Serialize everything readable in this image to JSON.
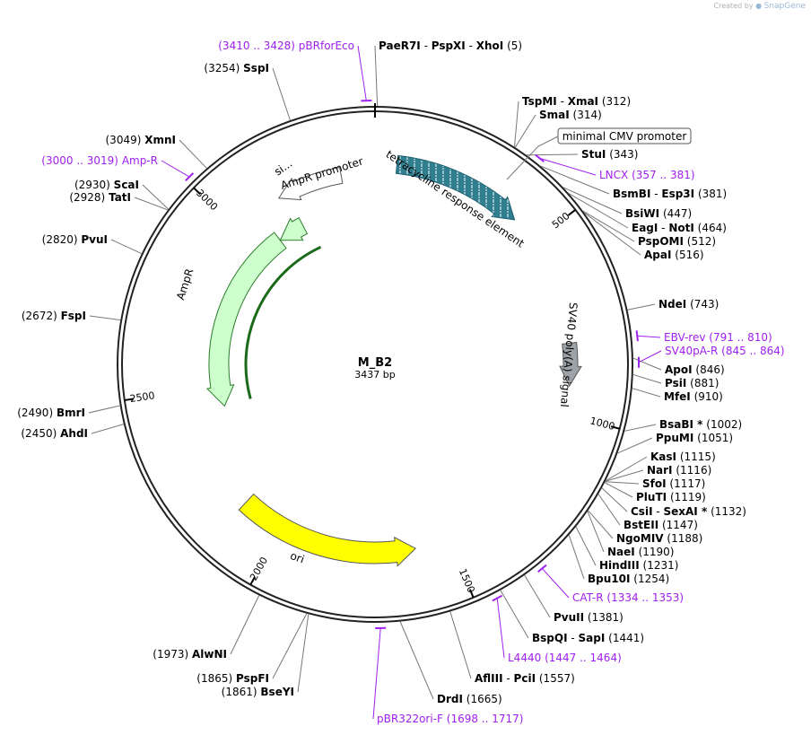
{
  "credit": {
    "prefix": "Created by",
    "brand": "SnapGene"
  },
  "plasmid": {
    "name": "M_B2",
    "size_label": "3437 bp",
    "length": 3437
  },
  "colors": {
    "primer": "#a020f0",
    "tre": "#2f7f91",
    "ampr": "#ccffcc",
    "ori": "#ffff00",
    "sv40": "#9ea3a8",
    "line": "#777777"
  },
  "ticks": [
    "500",
    "1000",
    "1500",
    "2000",
    "2500",
    "3000"
  ],
  "features": {
    "tre": "tetracycline response element",
    "cmv": "minimal CMV promoter",
    "sv40": "SV40 poly(A) signal",
    "ori": "ori",
    "ampr": "AmpR",
    "ampr_promoter": "AmpR promoter",
    "si": "si..."
  },
  "right_sites": [
    {
      "name": "PaeR7I",
      "name2": "PspXI",
      "name3": "XhoI",
      "pos": "(5)"
    },
    {
      "name": "TspMI",
      "name2": "XmaI",
      "pos": "(312)"
    },
    {
      "name": "SmaI",
      "pos": "(314)"
    },
    {
      "name": "StuI",
      "pos": "(343)"
    },
    {
      "name": "BsmBI",
      "name2": "Esp3I",
      "pos": "(381)"
    },
    {
      "name": "BsiWI",
      "pos": "(447)"
    },
    {
      "name": "EagI",
      "name2": "NotI",
      "pos": "(464)"
    },
    {
      "name": "PspOMI",
      "pos": "(512)"
    },
    {
      "name": "ApaI",
      "pos": "(516)"
    },
    {
      "name": "NdeI",
      "pos": "(743)"
    },
    {
      "name": "ApoI",
      "pos": "(846)"
    },
    {
      "name": "PsiI",
      "pos": "(881)"
    },
    {
      "name": "MfeI",
      "pos": "(910)"
    },
    {
      "name": "BsaBI *",
      "pos": "(1002)"
    },
    {
      "name": "PpuMI",
      "pos": "(1051)"
    },
    {
      "name": "KasI",
      "pos": "(1115)"
    },
    {
      "name": "NarI",
      "pos": "(1116)"
    },
    {
      "name": "SfoI",
      "pos": "(1117)"
    },
    {
      "name": "PluTI",
      "pos": "(1119)"
    },
    {
      "name": "CsiI",
      "name2": "SexAI *",
      "pos": "(1132)"
    },
    {
      "name": "BstEII",
      "pos": "(1147)"
    },
    {
      "name": "NgoMIV",
      "pos": "(1188)"
    },
    {
      "name": "NaeI",
      "pos": "(1190)"
    },
    {
      "name": "HindIII",
      "pos": "(1231)"
    },
    {
      "name": "Bpu10I",
      "pos": "(1254)"
    },
    {
      "name": "PvuII",
      "pos": "(1381)"
    },
    {
      "name": "BspQI",
      "name2": "SapI",
      "pos": "(1441)"
    },
    {
      "name": "AflIII",
      "name2": "PciI",
      "pos": "(1557)"
    },
    {
      "name": "DrdI",
      "pos": "(1665)"
    }
  ],
  "left_sites": [
    {
      "name": "SspI",
      "pos": "(3254)"
    },
    {
      "name": "XmnI",
      "pos": "(3049)"
    },
    {
      "name": "ScaI",
      "pos": "(2930)"
    },
    {
      "name": "TatI",
      "pos": "(2928)"
    },
    {
      "name": "PvuI",
      "pos": "(2820)"
    },
    {
      "name": "FspI",
      "pos": "(2672)"
    },
    {
      "name": "BmrI",
      "pos": "(2490)"
    },
    {
      "name": "AhdI",
      "pos": "(2450)"
    },
    {
      "name": "AlwNI",
      "pos": "(1973)"
    },
    {
      "name": "PspFI",
      "pos": "(1865)"
    },
    {
      "name": "BseYI",
      "pos": "(1861)"
    }
  ],
  "primers": [
    {
      "name": "pBRforEco",
      "range": "(3410 .. 3428)"
    },
    {
      "name": "LNCX",
      "range": "(357 .. 381)"
    },
    {
      "name": "EBV-rev",
      "range": "(791 .. 810)"
    },
    {
      "name": "SV40pA-R",
      "range": "(845 .. 864)"
    },
    {
      "name": "CAT-R",
      "range": "(1334 .. 1353)"
    },
    {
      "name": "L4440",
      "range": "(1447 .. 1464)"
    },
    {
      "name": "pBR322ori-F",
      "range": "(1698 .. 1717)"
    },
    {
      "name": "Amp-R",
      "range": "(3000 .. 3019)"
    }
  ]
}
